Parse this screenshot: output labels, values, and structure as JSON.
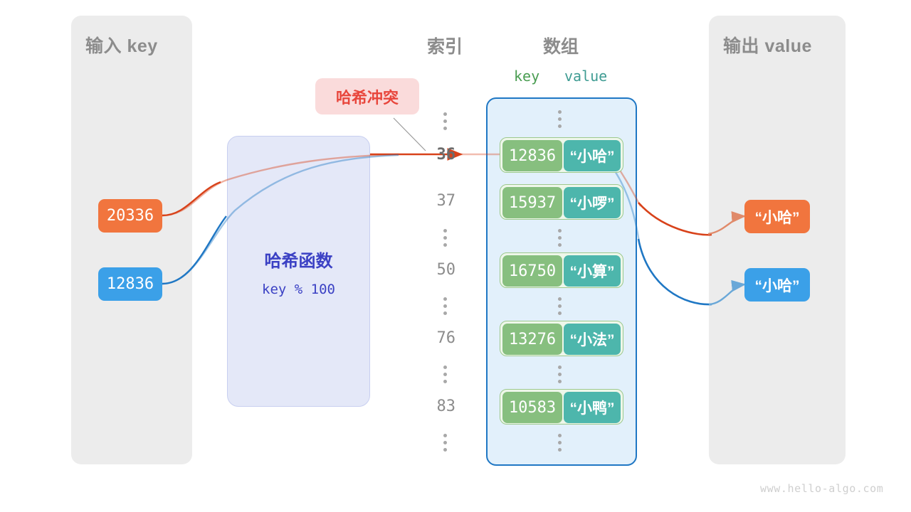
{
  "watermark": "www.hello-algo.com",
  "input_panel": {
    "title": "输入 key"
  },
  "output_panel": {
    "title": "输出 value"
  },
  "columns": {
    "index_heading": "索引",
    "array_heading": "数组",
    "key_heading": "key",
    "value_heading": "value"
  },
  "hash_function": {
    "title": "哈希函数",
    "formula": "key % 100"
  },
  "collision_callout": {
    "label": "哈希冲突"
  },
  "inputs": [
    {
      "value": "20336",
      "color": "#f1753e"
    },
    {
      "value": "12836",
      "color": "#3ba0e8"
    }
  ],
  "outputs": [
    {
      "value": "“小哈”",
      "color": "#f1753e"
    },
    {
      "value": "“小哈”",
      "color": "#3ba0e8"
    }
  ],
  "array": {
    "rows": [
      {
        "index": "36",
        "key": "12836",
        "value": "“小哈”",
        "highlight": true
      },
      {
        "index": "37",
        "key": "15937",
        "value": "“小啰”",
        "highlight": false
      },
      {
        "index": "50",
        "key": "16750",
        "value": "“小算”",
        "highlight": false
      },
      {
        "index": "76",
        "key": "13276",
        "value": "“小法”",
        "highlight": false
      },
      {
        "index": "83",
        "key": "10583",
        "value": "“小鸭”",
        "highlight": false
      }
    ]
  },
  "colors": {
    "orange": "#f1753e",
    "orange_arrow": "#d8421a",
    "blue": "#3ba0e8",
    "blue_arrow": "#1f77c4",
    "green_key": "#87bf7f",
    "teal_value": "#4db6ac",
    "array_fill": "#e2f0fb",
    "hash_fill": "#e4e8f8",
    "hash_text": "#3b41c4",
    "callout_fill": "#fadbdb",
    "callout_text": "#e8463c",
    "panel_grey": "#ececec",
    "label_grey": "#8c8c8c"
  }
}
